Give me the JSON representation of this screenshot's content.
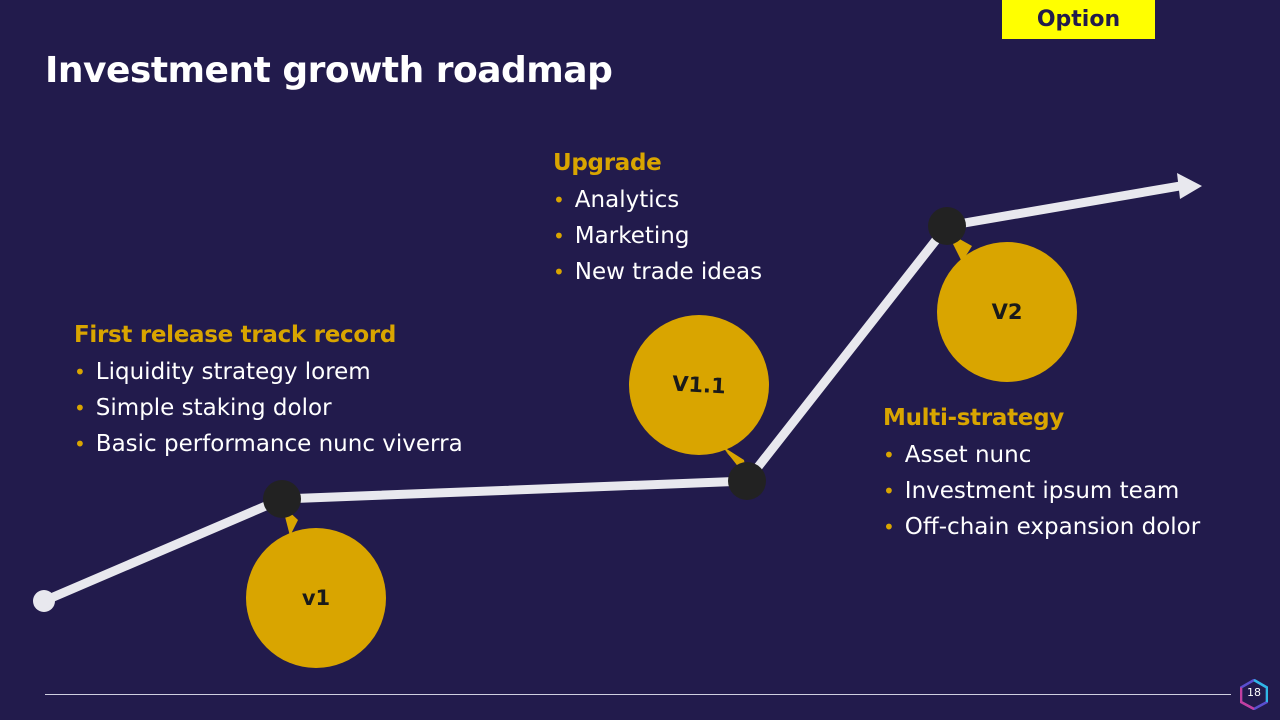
{
  "badge": {
    "label": "Option"
  },
  "title": "Investment growth roadmap",
  "milestones": [
    {
      "label": "v1"
    },
    {
      "label": "V1.1"
    },
    {
      "label": "V2"
    }
  ],
  "blocks": [
    {
      "heading": "First release track record",
      "items": [
        "Liquidity strategy lorem",
        "Simple staking dolor",
        "Basic performance nunc viverra"
      ]
    },
    {
      "heading": "Upgrade",
      "items": [
        "Analytics",
        "Marketing",
        "New trade ideas"
      ]
    },
    {
      "heading": "Multi-strategy",
      "items": [
        "Asset nunc",
        "Investment ipsum team",
        "Off-chain expansion dolor"
      ]
    }
  ],
  "footer": {
    "page_number": "18"
  },
  "colors": {
    "background": "#221b4c",
    "accent": "#d9a500",
    "badge": "#ffff00",
    "line": "#e8e8ee",
    "node": "#222222"
  }
}
